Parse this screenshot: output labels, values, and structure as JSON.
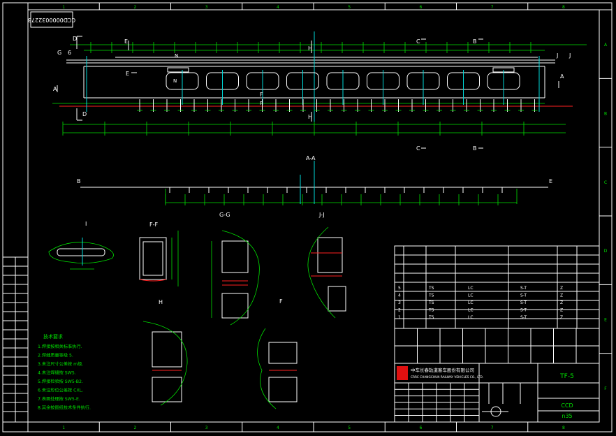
{
  "drawing_number": "CCD0000032273",
  "sheet_code": "n35",
  "company": {
    "name_cn": "中车长春轨道客车股份有限公司",
    "name_en": "CRRC CHANGCHUN RAILWAY VEHICLES CO., LTD."
  },
  "title_block": {
    "part_name": "TF-5",
    "doc_number": "CCD"
  },
  "section_labels": {
    "aa": "A-A",
    "ff": "F-F",
    "gg": "G-G",
    "jj": "J-J",
    "b": "B",
    "e": "E",
    "i": "I",
    "h": "H"
  },
  "view_letters": {
    "d": "D",
    "e": "E",
    "g": "G",
    "six": "6",
    "h": "H",
    "c": "C",
    "b": "B",
    "j": "J",
    "a": "A",
    "n": "N",
    "f": "F"
  },
  "grid": {
    "cols": [
      "1",
      "2",
      "3",
      "4",
      "5",
      "6",
      "7",
      "8"
    ],
    "rows": [
      "A",
      "B",
      "C",
      "D",
      "E",
      "F"
    ]
  },
  "notes": {
    "title": "技术要求",
    "lines": [
      "1.焊接按相关标准执行.",
      "2.焊缝质量等级 5.",
      "3.未注尺寸公差按 m级.",
      "4.未注焊缝按 SW5.",
      "5.焊接检验按 SW5-B2.",
      "6.未注形位公差按 CXL.",
      "7.表面处理按 SW5-E.",
      "8.其余按图纸技术条件执行."
    ]
  },
  "revisions": [
    {
      "mark": "5",
      "zone": "TS",
      "change": "LC",
      "code": "S-T",
      "sign": "Z"
    },
    {
      "mark": "4",
      "zone": "TS",
      "change": "LC",
      "code": "S-T",
      "sign": "Z"
    },
    {
      "mark": "3",
      "zone": "TS",
      "change": "LC",
      "code": "S-T",
      "sign": "Z"
    },
    {
      "mark": "2",
      "zone": "TS",
      "change": "LC",
      "code": "S-T",
      "sign": "Z"
    },
    {
      "mark": "1",
      "zone": "TS",
      "change": "LC",
      "code": "S-T",
      "sign": "Z"
    }
  ],
  "colors": {
    "frame": "#ffffff",
    "dims": "#00e000",
    "centerline": "#00d8d8",
    "baseline": "#ff2020",
    "hidden": "#e8e800"
  }
}
